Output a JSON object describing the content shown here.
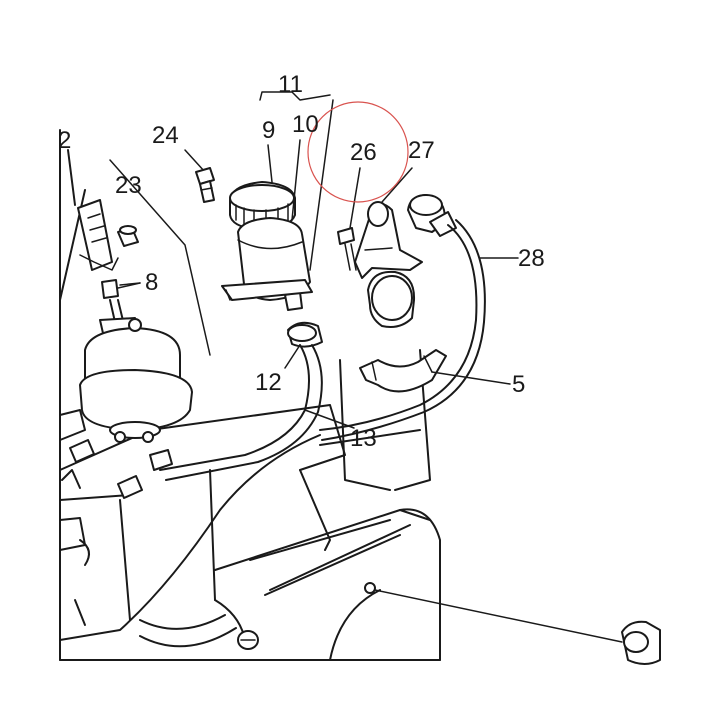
{
  "labels": {
    "l2": "2",
    "l5": "5",
    "l8": "8",
    "l9": "9",
    "l10": "10",
    "l11": "11",
    "l12": "12",
    "l13": "13",
    "l23": "23",
    "l24": "24",
    "l26": "26",
    "l27": "27",
    "l28": "28"
  },
  "colors": {
    "line": "#1a1a1a",
    "highlight_circle": "#d9534f",
    "background": "#ffffff"
  }
}
